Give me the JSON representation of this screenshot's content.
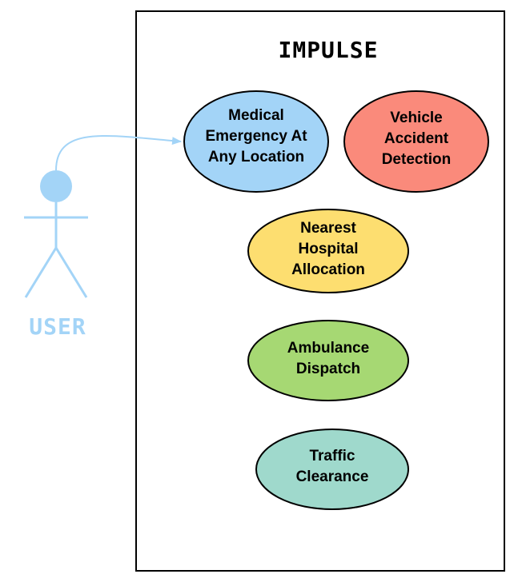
{
  "system": {
    "title": "IMPULSE"
  },
  "actor": {
    "label": "USER",
    "color": "#a3d4f7"
  },
  "use_cases": [
    {
      "lines": [
        "Medical",
        "Emergency At",
        "Any Location"
      ],
      "fill": "#a3d4f7"
    },
    {
      "lines": [
        "Vehicle",
        "Accident",
        "Detection"
      ],
      "fill": "#fa8a7b"
    },
    {
      "lines": [
        "Nearest",
        "Hospital",
        "Allocation"
      ],
      "fill": "#fdde70"
    },
    {
      "lines": [
        "Ambulance",
        "Dispatch"
      ],
      "fill": "#a6d873"
    },
    {
      "lines": [
        "Traffic",
        "Clearance"
      ],
      "fill": "#9fd9cc"
    }
  ],
  "association": {
    "from": "USER",
    "to": "Medical Emergency At Any Location"
  }
}
